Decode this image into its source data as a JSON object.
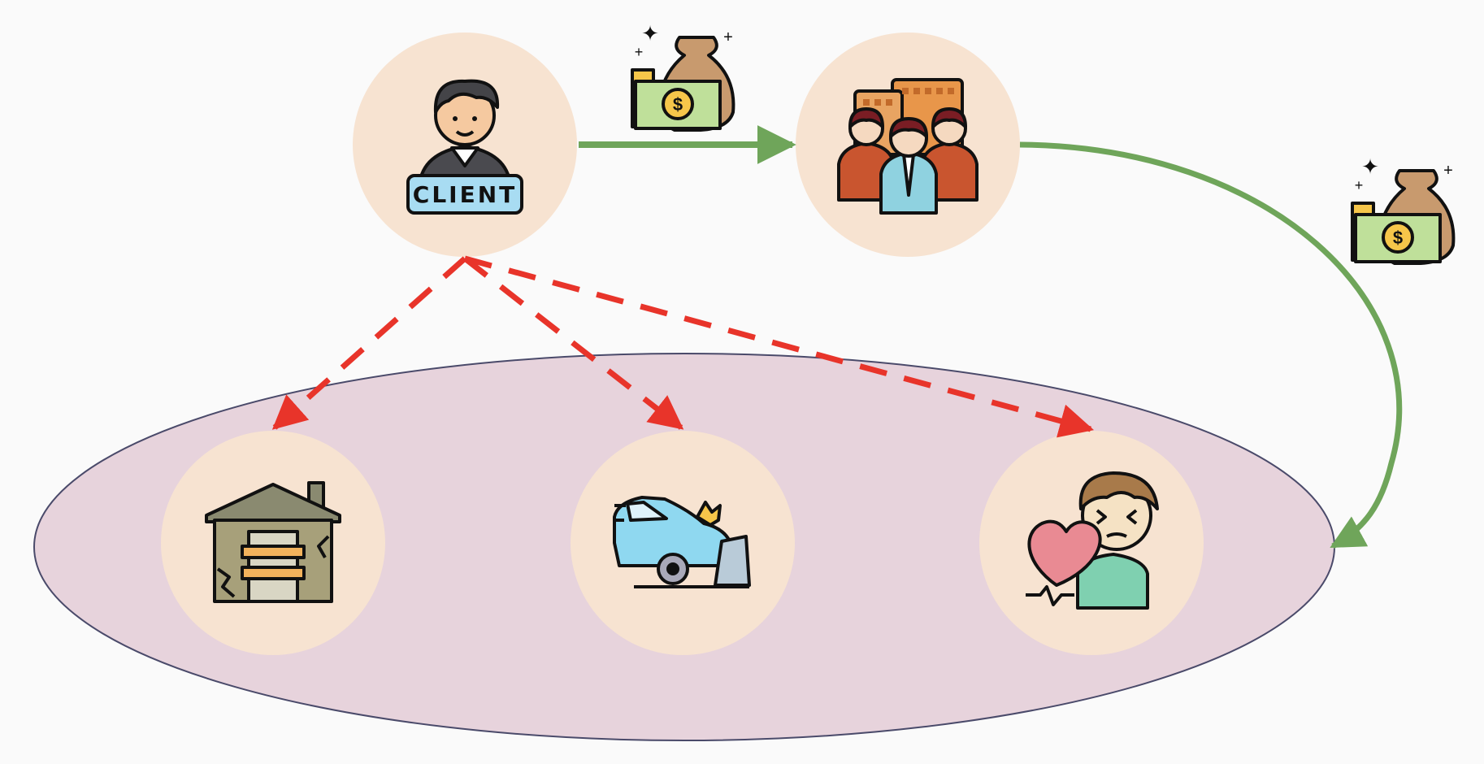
{
  "diagram": {
    "colors": {
      "background": "#fafafa",
      "node_fill": "#f7e3d1",
      "pool_fill": "#e7d3dc",
      "pool_stroke": "#4a4a6a",
      "premium_arrow": "#6fa55a",
      "risk_arrow": "#e8342a"
    },
    "nodes": [
      {
        "id": "client",
        "icon": "client-person-icon",
        "label": "CLIENT"
      },
      {
        "id": "insurer",
        "icon": "business-team-icon"
      },
      {
        "id": "house",
        "icon": "damaged-house-icon"
      },
      {
        "id": "car",
        "icon": "car-crash-icon"
      },
      {
        "id": "health",
        "icon": "heart-attack-person-icon"
      }
    ],
    "pool": {
      "label": "",
      "contains": [
        "house",
        "car",
        "health"
      ]
    },
    "money_icons": [
      "money-bag-icon",
      "money-bag-icon"
    ],
    "edges": [
      {
        "from": "client",
        "to": "insurer",
        "style": "solid",
        "color": "premium_arrow"
      },
      {
        "from": "insurer",
        "to": "pool",
        "style": "solid",
        "color": "premium_arrow"
      },
      {
        "from": "client",
        "to": "house",
        "style": "dashed",
        "color": "risk_arrow"
      },
      {
        "from": "client",
        "to": "car",
        "style": "dashed",
        "color": "risk_arrow"
      },
      {
        "from": "client",
        "to": "health",
        "style": "dashed",
        "color": "risk_arrow"
      }
    ]
  }
}
